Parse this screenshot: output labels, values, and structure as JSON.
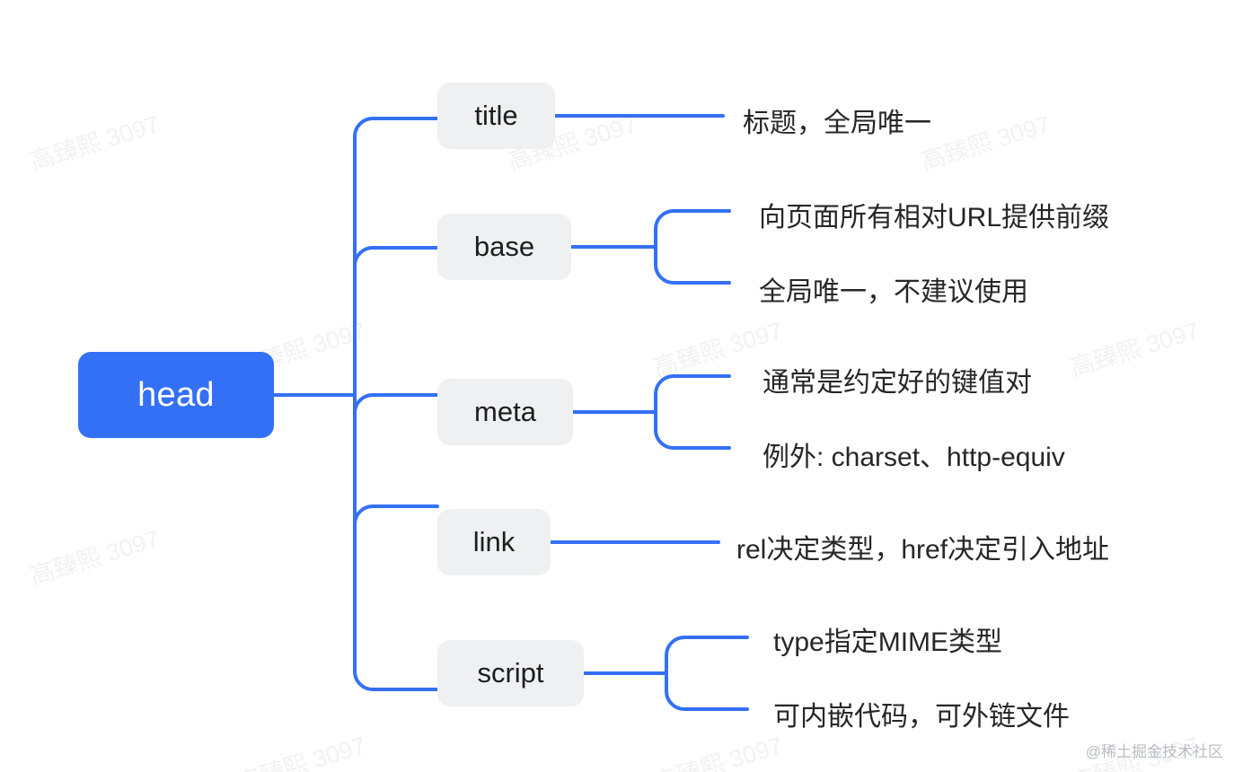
{
  "diagram": {
    "type": "mindmap",
    "title": "head",
    "root": {
      "label": "head",
      "color": "#3370f5",
      "text_color": "#ffffff"
    },
    "branch_color": "#3370f5",
    "branch_node_bg": "#eef0f1",
    "branches": [
      {
        "label": "title",
        "leaves": [
          "标题，全局唯一"
        ]
      },
      {
        "label": "base",
        "leaves": [
          "向页面所有相对URL提供前缀",
          "全局唯一，不建议使用"
        ]
      },
      {
        "label": "meta",
        "leaves": [
          "通常是约定好的键值对",
          "例外: charset、http-equiv"
        ]
      },
      {
        "label": "link",
        "leaves": [
          "rel决定类型，href决定引入地址"
        ]
      },
      {
        "label": "script",
        "leaves": [
          "type指定MIME类型",
          "可内嵌代码，可外链文件"
        ]
      }
    ]
  },
  "watermark": {
    "text": "高臻熙 3097",
    "color": "#f2f2f3"
  },
  "footer": {
    "credit": "@稀土掘金技术社区"
  }
}
